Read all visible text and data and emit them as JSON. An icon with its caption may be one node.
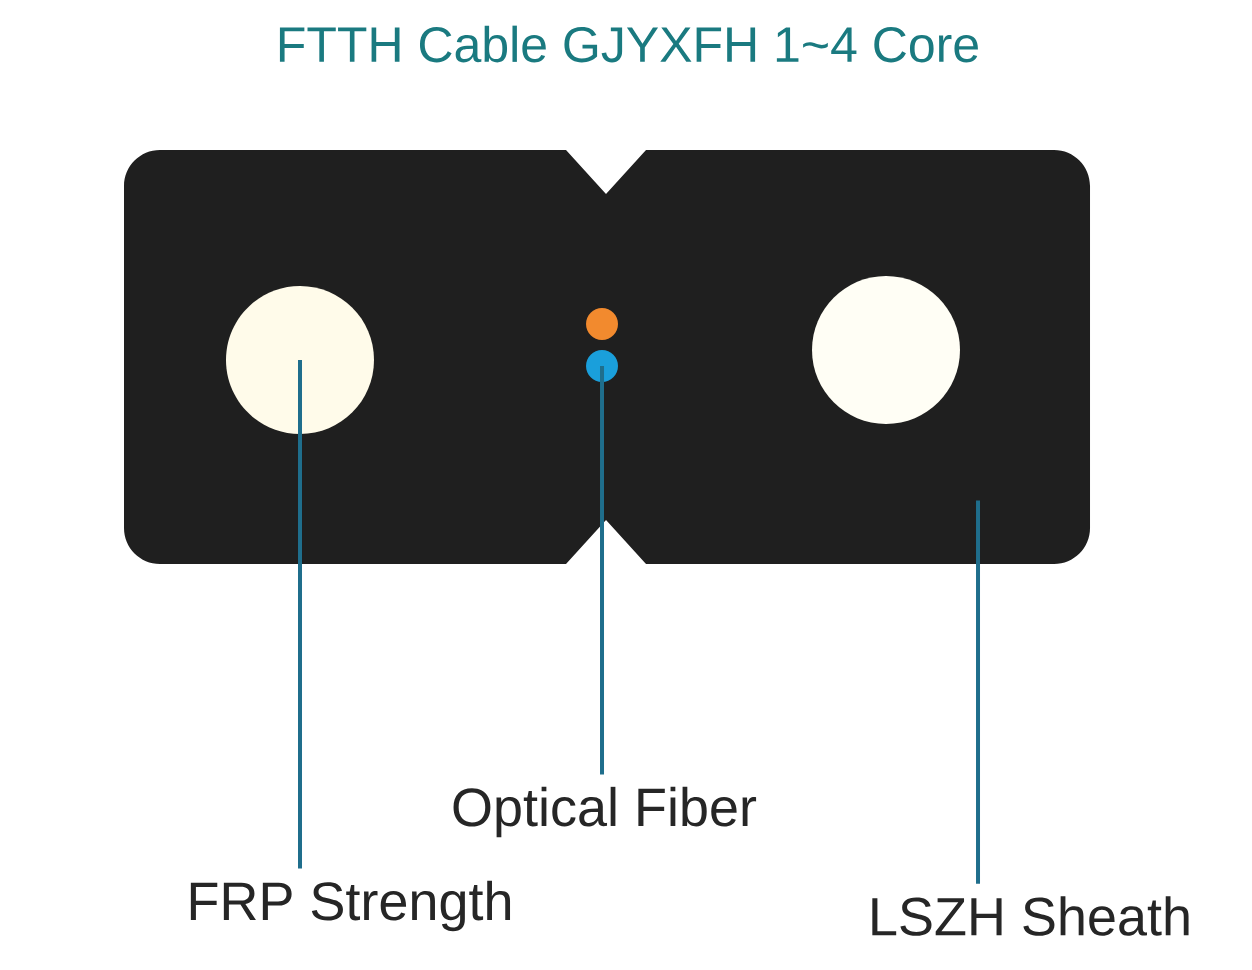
{
  "diagram": {
    "title": "FTTH Cable GJYXFH 1~4  Core",
    "nodes": [
      {
        "text": [],
        "shape": "box"
      },
      {
        "text": [],
        "shape": "circle",
        "in": 0
      },
      {
        "text": [],
        "shape": "circle",
        "in": 0
      },
      {
        "text": [
          "FRP Strength"
        ]
      },
      {
        "text": [
          "Optical Fiber"
        ]
      },
      {
        "text": [
          "LSZH  Sheath"
        ]
      }
    ],
    "edges": [
      {
        "from": 3,
        "to": 1,
        "arrow": "none"
      },
      {
        "from": 4,
        "to": 2,
        "arrow": "none"
      },
      {
        "from": 5,
        "to": 0,
        "arrow": "none"
      }
    ]
  }
}
